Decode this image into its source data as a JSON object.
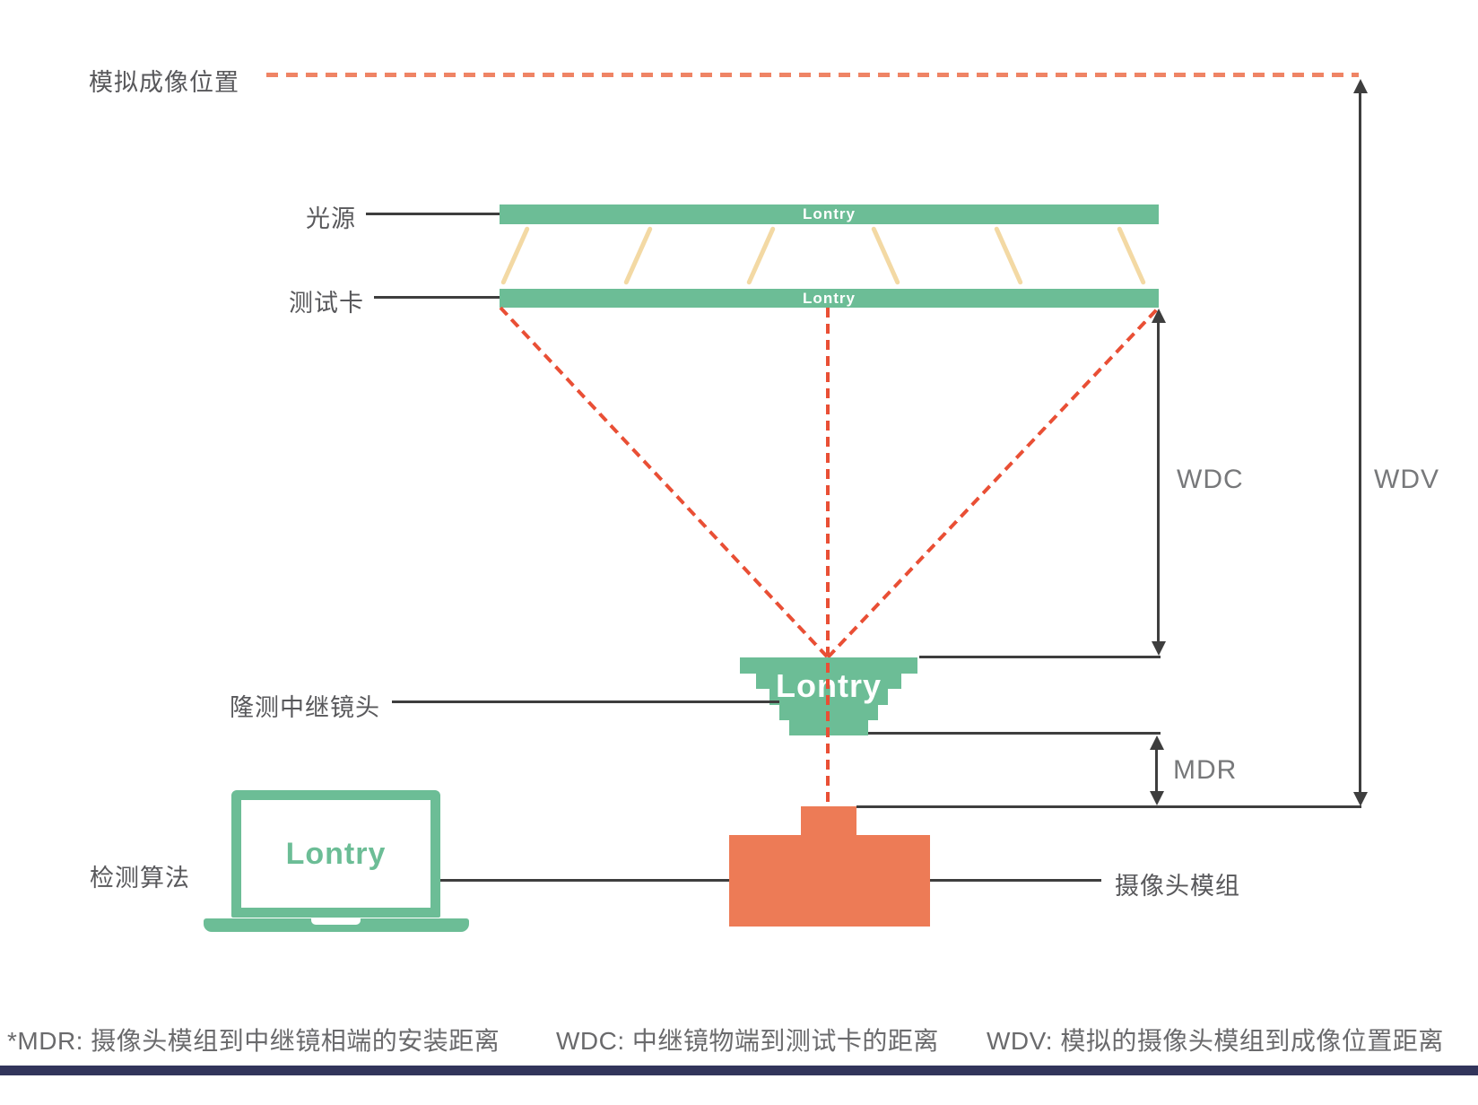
{
  "brand": "Lontry",
  "labels": {
    "imaging_position": "模拟成像位置",
    "light_source": "光源",
    "test_card": "测试卡",
    "relay_lens": "隆测中继镜头",
    "detection_algorithm": "检测算法",
    "camera_module": "摄像头模组"
  },
  "measurements": {
    "wdc": "WDC",
    "wdv": "WDV",
    "mdr": "MDR"
  },
  "legend": {
    "mdr": "*MDR: 摄像头模组到中继镜相端的安装距离",
    "wdc": "WDC: 中继镜物端到测试卡的距离",
    "wdv": "WDV: 模拟的摄像头模组到成像位置距离"
  },
  "colors": {
    "green": "#6cbd96",
    "orange": "#ed7b56",
    "red_dash": "#e94f35",
    "salmon_dot": "#ef8465",
    "ray_beige": "#f3d9a4",
    "line_dark": "#3e3e3e",
    "footer_navy": "#32355b"
  }
}
